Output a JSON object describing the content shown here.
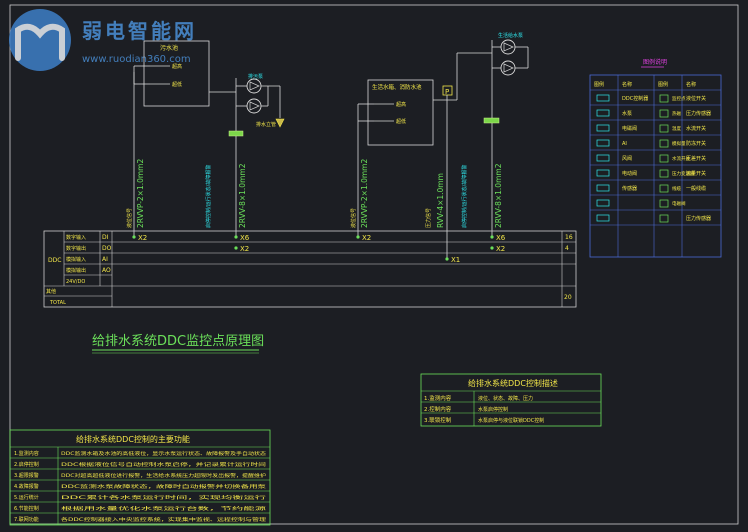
{
  "watermark": {
    "site_name": "弱电智能网",
    "site_url": "www.ruodian360.com"
  },
  "diagram": {
    "title": "给排水系统DDC监控点原理图",
    "left_unit": {
      "box_title": "污水池",
      "box_rows": [
        "超高",
        "超低"
      ],
      "pump_label": "排污泵",
      "valve_label": "排水立管",
      "sig_cable": "2RVVP-2×1.0mm2",
      "sig_tag": "液位信号",
      "ctrl_cable": "2RVV-8×1.0mm2",
      "ctrl_tag": "启停控制/运行状态/故障报警"
    },
    "right_unit": {
      "box_title": "生活水箱、消防水池",
      "box_rows": [
        "超高",
        "超低"
      ],
      "p_mark": "P",
      "pump_label": "生活给水泵",
      "sig_cable": "2RVVP-2×1.0mm2",
      "sig_tag": "液位信号",
      "press_cable": "RVV-4×1.0mm",
      "press_tag": "压力信号",
      "ctrl_cable": "2RVV-8×1.0mm2",
      "ctrl_tag": "启停控制/运行状态/故障报警"
    },
    "ddc_table": {
      "group_label": "DDC",
      "rows": [
        {
          "name": "数字输入",
          "code": "DI",
          "total": "16"
        },
        {
          "name": "数字输出",
          "code": "DO",
          "total": "4"
        },
        {
          "name": "模拟输入",
          "code": "AI",
          "total": ""
        },
        {
          "name": "模拟输出",
          "code": "AO",
          "total": ""
        },
        {
          "name": "24V/DO",
          "code": "",
          "total": ""
        }
      ],
      "extra_row": "其他",
      "total_label": "TOTAL",
      "grand_total": "20",
      "markers": [
        "X2",
        "X6",
        "X2",
        "X2",
        "X1",
        "X6",
        "X2"
      ]
    }
  },
  "legend": {
    "title": "图例说明",
    "headers": [
      "图例",
      "名称",
      "图例",
      "名称"
    ],
    "rows": [
      [
        "DDC控制器",
        "监控点",
        "液位开关"
      ],
      [
        "水泵",
        "热磁",
        "压力传感器"
      ],
      [
        "电磁阀",
        "温度",
        "水流开关"
      ],
      [
        "AI",
        "模拟量",
        "防冻开关"
      ],
      [
        "风阀",
        "水流开关",
        "压差开关"
      ],
      [
        "电动阀",
        "压力变送器",
        "流量开关"
      ],
      [
        "传感器",
        "线缆",
        "一般线缆"
      ],
      [
        "",
        "电磁阀",
        ""
      ],
      [
        "",
        "",
        "压力传感器"
      ]
    ]
  },
  "control_desc": {
    "title": "给排水系统DDC控制描述",
    "rows": [
      [
        "1.监测内容",
        "液位、状态、故障、压力"
      ],
      [
        "2.控制内容",
        "水泵启停控制"
      ],
      [
        "3.联锁控制",
        "水泵启停与液位联锁DDC控制"
      ]
    ]
  },
  "functions": {
    "title": "给排水系统DDC控制的主要功能",
    "rows": [
      [
        "1.监测内容",
        "DDC监测水箱及水池的高低液位，显示水泵运行状态、故障报警及手自动状态"
      ],
      [
        "2.启停控制",
        "DDC根据液位信号自动控制水泵启停，并记录累计运行时间"
      ],
      [
        "3.超限报警",
        "DDC对超高超低液位进行报警，生活给水系统压力超限时发出报警，提醒维护"
      ],
      [
        "4.故障报警",
        "DDC监测水泵故障状态，故障时自动报警并切换备用泵"
      ],
      [
        "5.运行统计",
        "DDC累计各水泵运行时间，实现均衡运行"
      ],
      [
        "6.节能控制",
        "根据用水量优化水泵运行台数，节约能源"
      ],
      [
        "7.联网功能",
        "各DDC控制器接入中央监控系统，实现集中监视、远程控制与管理"
      ]
    ]
  },
  "colors": {
    "background": "#1c1e23",
    "line_white": "#d9d9d9",
    "cyan": "#2ee8ee",
    "green": "#6be05a",
    "yellow": "#f2e64a",
    "logo_blue": "#4a8fd6",
    "magenta": "#e040e0"
  }
}
